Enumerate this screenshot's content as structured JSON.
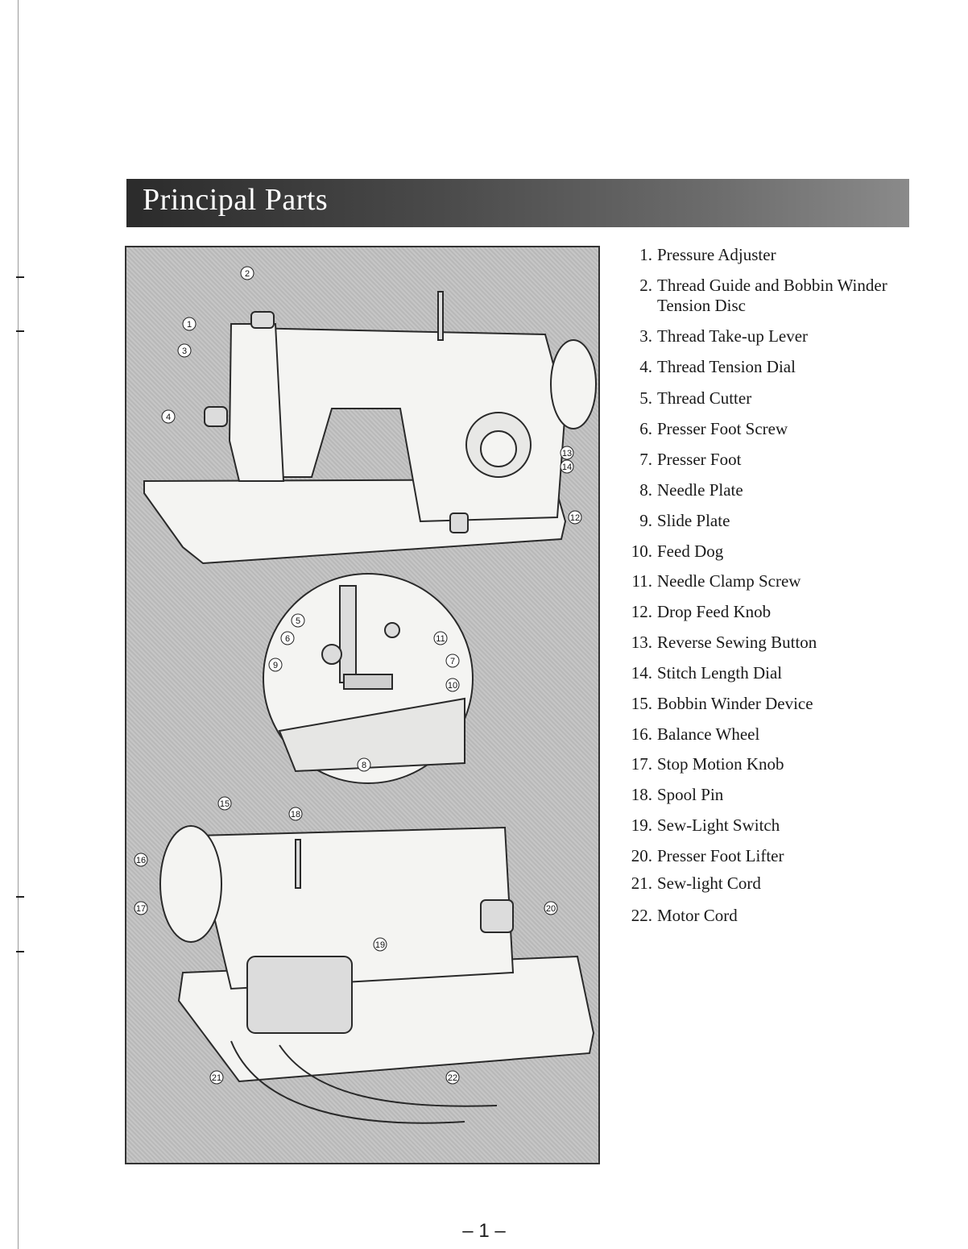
{
  "header": {
    "title": "Principal Parts"
  },
  "figure": {
    "callouts": [
      "1",
      "2",
      "3",
      "4",
      "5",
      "6",
      "7",
      "8",
      "9",
      "10",
      "11",
      "12",
      "13",
      "14",
      "15",
      "16",
      "17",
      "18",
      "19",
      "20",
      "21",
      "22"
    ]
  },
  "parts": [
    {
      "num": "1.",
      "name": "Pressure Adjuster"
    },
    {
      "num": "2.",
      "name": "Thread Guide and Bobbin Winder Tension Disc"
    },
    {
      "num": "3.",
      "name": "Thread Take-up Lever"
    },
    {
      "num": "4.",
      "name": "Thread Tension Dial"
    },
    {
      "num": "5.",
      "name": "Thread Cutter"
    },
    {
      "num": "6.",
      "name": "Presser Foot Screw"
    },
    {
      "num": "7.",
      "name": "Presser Foot"
    },
    {
      "num": "8.",
      "name": "Needle Plate"
    },
    {
      "num": "9.",
      "name": "Slide Plate"
    },
    {
      "num": "10.",
      "name": "Feed Dog"
    },
    {
      "num": "11.",
      "name": "Needle Clamp Screw"
    },
    {
      "num": "12.",
      "name": "Drop Feed Knob"
    },
    {
      "num": "13.",
      "name": "Reverse Sewing Button"
    },
    {
      "num": "14.",
      "name": "Stitch Length Dial"
    },
    {
      "num": "15.",
      "name": "Bobbin Winder Device"
    },
    {
      "num": "16.",
      "name": "Balance Wheel"
    },
    {
      "num": "17.",
      "name": "Stop Motion Knob"
    },
    {
      "num": "18.",
      "name": "Spool Pin"
    },
    {
      "num": "19.",
      "name": "Sew-Light Switch"
    },
    {
      "num": "20.",
      "name": "Presser Foot Lifter"
    },
    {
      "num": "21.",
      "name": "Sew-light Cord"
    },
    {
      "num": "22.",
      "name": "Motor Cord"
    }
  ],
  "footer": {
    "page_number": "– 1 –"
  }
}
